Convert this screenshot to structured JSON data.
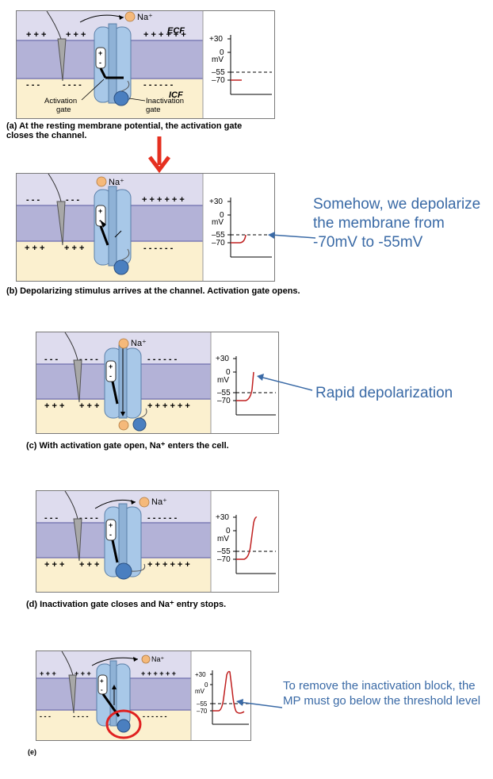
{
  "diagram": {
    "na_label": "Na⁺",
    "ecf_label": "ECF",
    "icf_label": "ICF",
    "activation_gate_label": "Activation gate",
    "inactivation_gate_label": "Inactivation gate",
    "graph": {
      "axis_unit": "mV",
      "ticks": [
        "+30",
        "0",
        "–55",
        "–70"
      ]
    },
    "colors": {
      "ecf": "#dedcee",
      "icf": "#fbf0cf",
      "membrane": "#b3b2d7",
      "channel": "#a8c8e8",
      "gate": "#4a7fc0",
      "na_ion": "#f5b97a",
      "trace": "#c02020",
      "annotation": "#3a6aa6",
      "arrow_red": "#e53020"
    }
  },
  "panels": [
    {
      "id": "a",
      "caption": "(a) At the resting membrane potential, the activation gate\n closes the channel."
    },
    {
      "id": "b",
      "caption": "(b) Depolarizing stimulus arrives at the channel. Activation gate opens."
    },
    {
      "id": "c",
      "caption": "(c) With activation gate open, Na⁺ enters the cell."
    },
    {
      "id": "d",
      "caption": "(d) Inactivation gate closes and Na⁺ entry stops."
    },
    {
      "id": "e",
      "caption": "(e)"
    }
  ],
  "annotations": {
    "b": "Somehow, we depolarize the membrane from -70mV to -55mV",
    "c": "Rapid depolarization",
    "e": "To remove the inactivation block, the MP must go below the threshold level"
  }
}
